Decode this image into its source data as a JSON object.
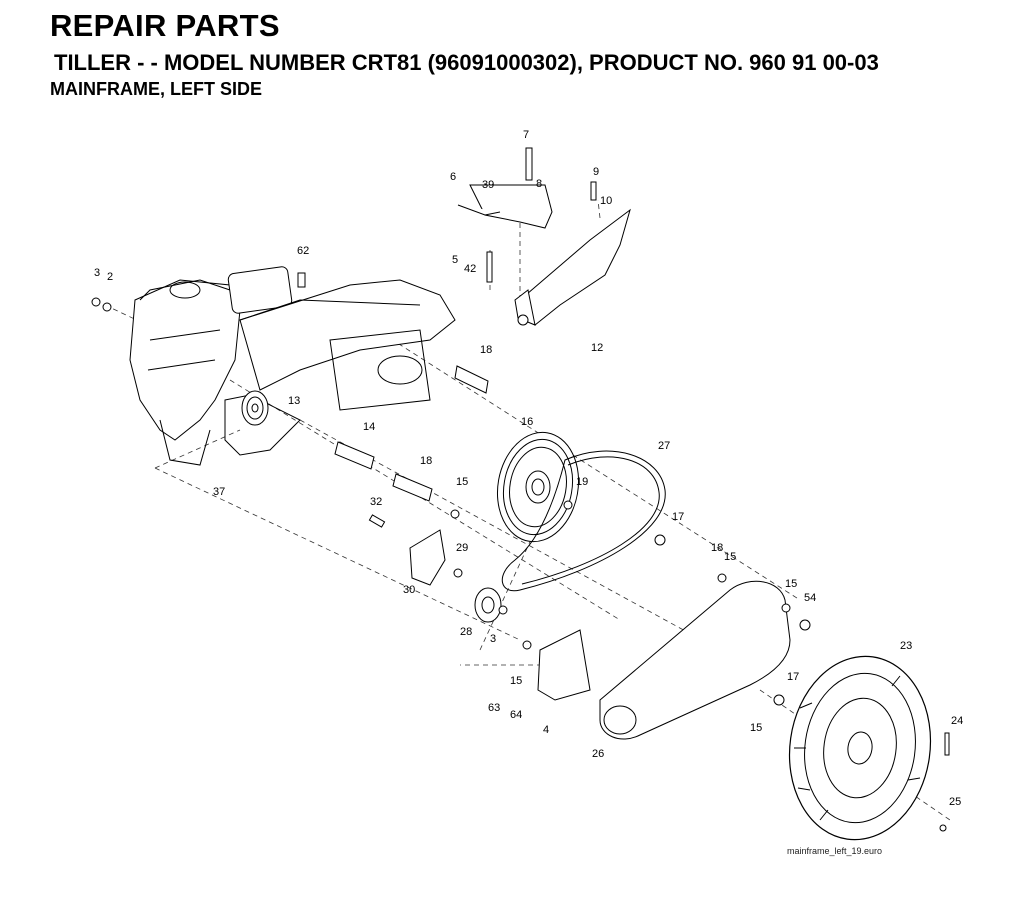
{
  "header": {
    "title": "REPAIR PARTS",
    "subtitle": "TILLER - - MODEL NUMBER CRT81 (96091000302), PRODUCT NO. 960 91 00-03",
    "section": "MAINFRAME, LEFT SIDE"
  },
  "diagram": {
    "filename": "mainframe_left_19.euro",
    "callouts": [
      "7",
      "9",
      "6",
      "39",
      "8",
      "10",
      "5",
      "42",
      "62",
      "3",
      "2",
      "12",
      "18",
      "13",
      "14",
      "16",
      "27",
      "37",
      "18",
      "15",
      "19",
      "32",
      "17",
      "18",
      "15",
      "29",
      "15",
      "54",
      "30",
      "28",
      "3",
      "23",
      "15",
      "63",
      "64",
      "4",
      "17",
      "15",
      "24",
      "26",
      "25"
    ]
  }
}
